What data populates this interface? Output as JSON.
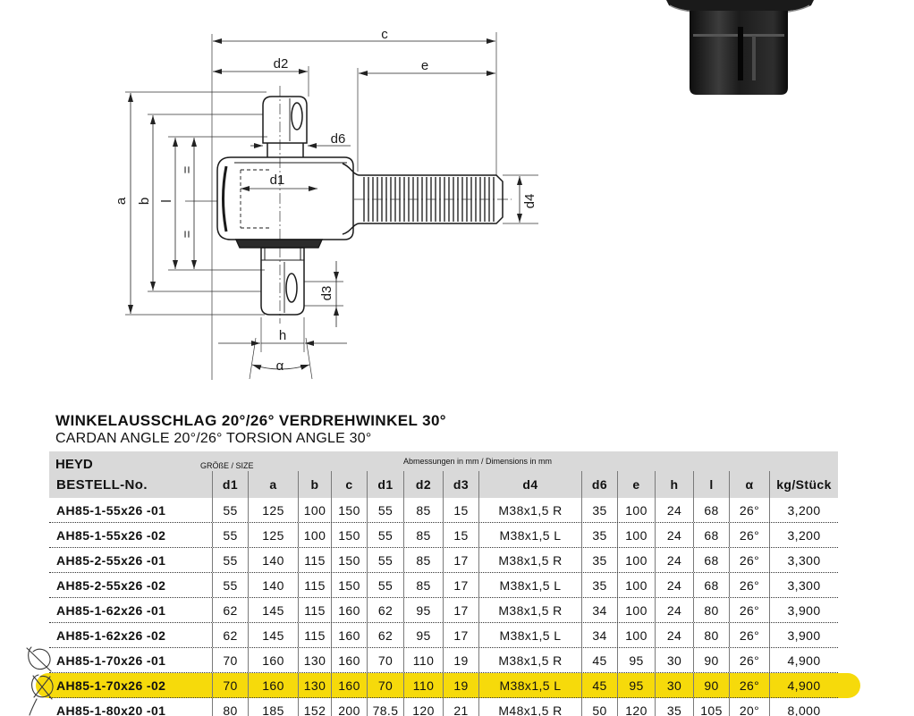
{
  "drawing_labels": {
    "c": "c",
    "d2": "d2",
    "e": "e",
    "d6": "d6",
    "d1": "d1",
    "a": "a",
    "b": "b",
    "l": "l",
    "eq_top": "=",
    "eq_bottom": "=",
    "d4": "d4",
    "d3": "d3",
    "h": "h",
    "alpha": "α"
  },
  "title": "WINKELAUSSCHLAG 20°/26° VERDREHWINKEL 30°",
  "subtitle": "CARDAN ANGLE 20°/26° TORSION ANGLE 30°",
  "table": {
    "header_top": {
      "heyd": "HEYD",
      "size": "GRÖßE / SIZE",
      "dimensions": "Abmessungen in mm / Dimensions in mm"
    },
    "columns": [
      "BESTELL-No.",
      "d1",
      "a",
      "b",
      "c",
      "d1",
      "d2",
      "d3",
      "d4",
      "d6",
      "e",
      "h",
      "l",
      "α",
      "kg/Stück"
    ],
    "highlight_color": "#f6da0b",
    "rows": [
      {
        "cells": [
          "AH85-1-55x26 -01",
          "55",
          "125",
          "100",
          "150",
          "55",
          "85",
          "15",
          "M38x1,5 R",
          "35",
          "100",
          "24",
          "68",
          "26°",
          "3,200"
        ]
      },
      {
        "cells": [
          "AH85-1-55x26 -02",
          "55",
          "125",
          "100",
          "150",
          "55",
          "85",
          "15",
          "M38x1,5 L",
          "35",
          "100",
          "24",
          "68",
          "26°",
          "3,200"
        ]
      },
      {
        "cells": [
          "AH85-2-55x26 -01",
          "55",
          "140",
          "115",
          "150",
          "55",
          "85",
          "17",
          "M38x1,5 R",
          "35",
          "100",
          "24",
          "68",
          "26°",
          "3,300"
        ]
      },
      {
        "cells": [
          "AH85-2-55x26 -02",
          "55",
          "140",
          "115",
          "150",
          "55",
          "85",
          "17",
          "M38x1,5 L",
          "35",
          "100",
          "24",
          "68",
          "26°",
          "3,300"
        ]
      },
      {
        "cells": [
          "AH85-1-62x26 -01",
          "62",
          "145",
          "115",
          "160",
          "62",
          "95",
          "17",
          "M38x1,5 R",
          "34",
          "100",
          "24",
          "80",
          "26°",
          "3,900"
        ]
      },
      {
        "cells": [
          "AH85-1-62x26 -02",
          "62",
          "145",
          "115",
          "160",
          "62",
          "95",
          "17",
          "M38x1,5 L",
          "34",
          "100",
          "24",
          "80",
          "26°",
          "3,900"
        ]
      },
      {
        "cells": [
          "AH85-1-70x26 -01",
          "70",
          "160",
          "130",
          "160",
          "70",
          "110",
          "19",
          "M38x1,5 R",
          "45",
          "95",
          "30",
          "90",
          "26°",
          "4,900"
        ]
      },
      {
        "cells": [
          "AH85-1-70x26 -02",
          "70",
          "160",
          "130",
          "160",
          "70",
          "110",
          "19",
          "M38x1,5 L",
          "45",
          "95",
          "30",
          "90",
          "26°",
          "4,900"
        ],
        "highlighted": true
      },
      {
        "cells": [
          "AH85-1-80x20 -01",
          "80",
          "185",
          "152",
          "200",
          "78.5",
          "120",
          "21",
          "M48x1,5 R",
          "50",
          "120",
          "35",
          "105",
          "20°",
          "8,000"
        ]
      }
    ]
  }
}
